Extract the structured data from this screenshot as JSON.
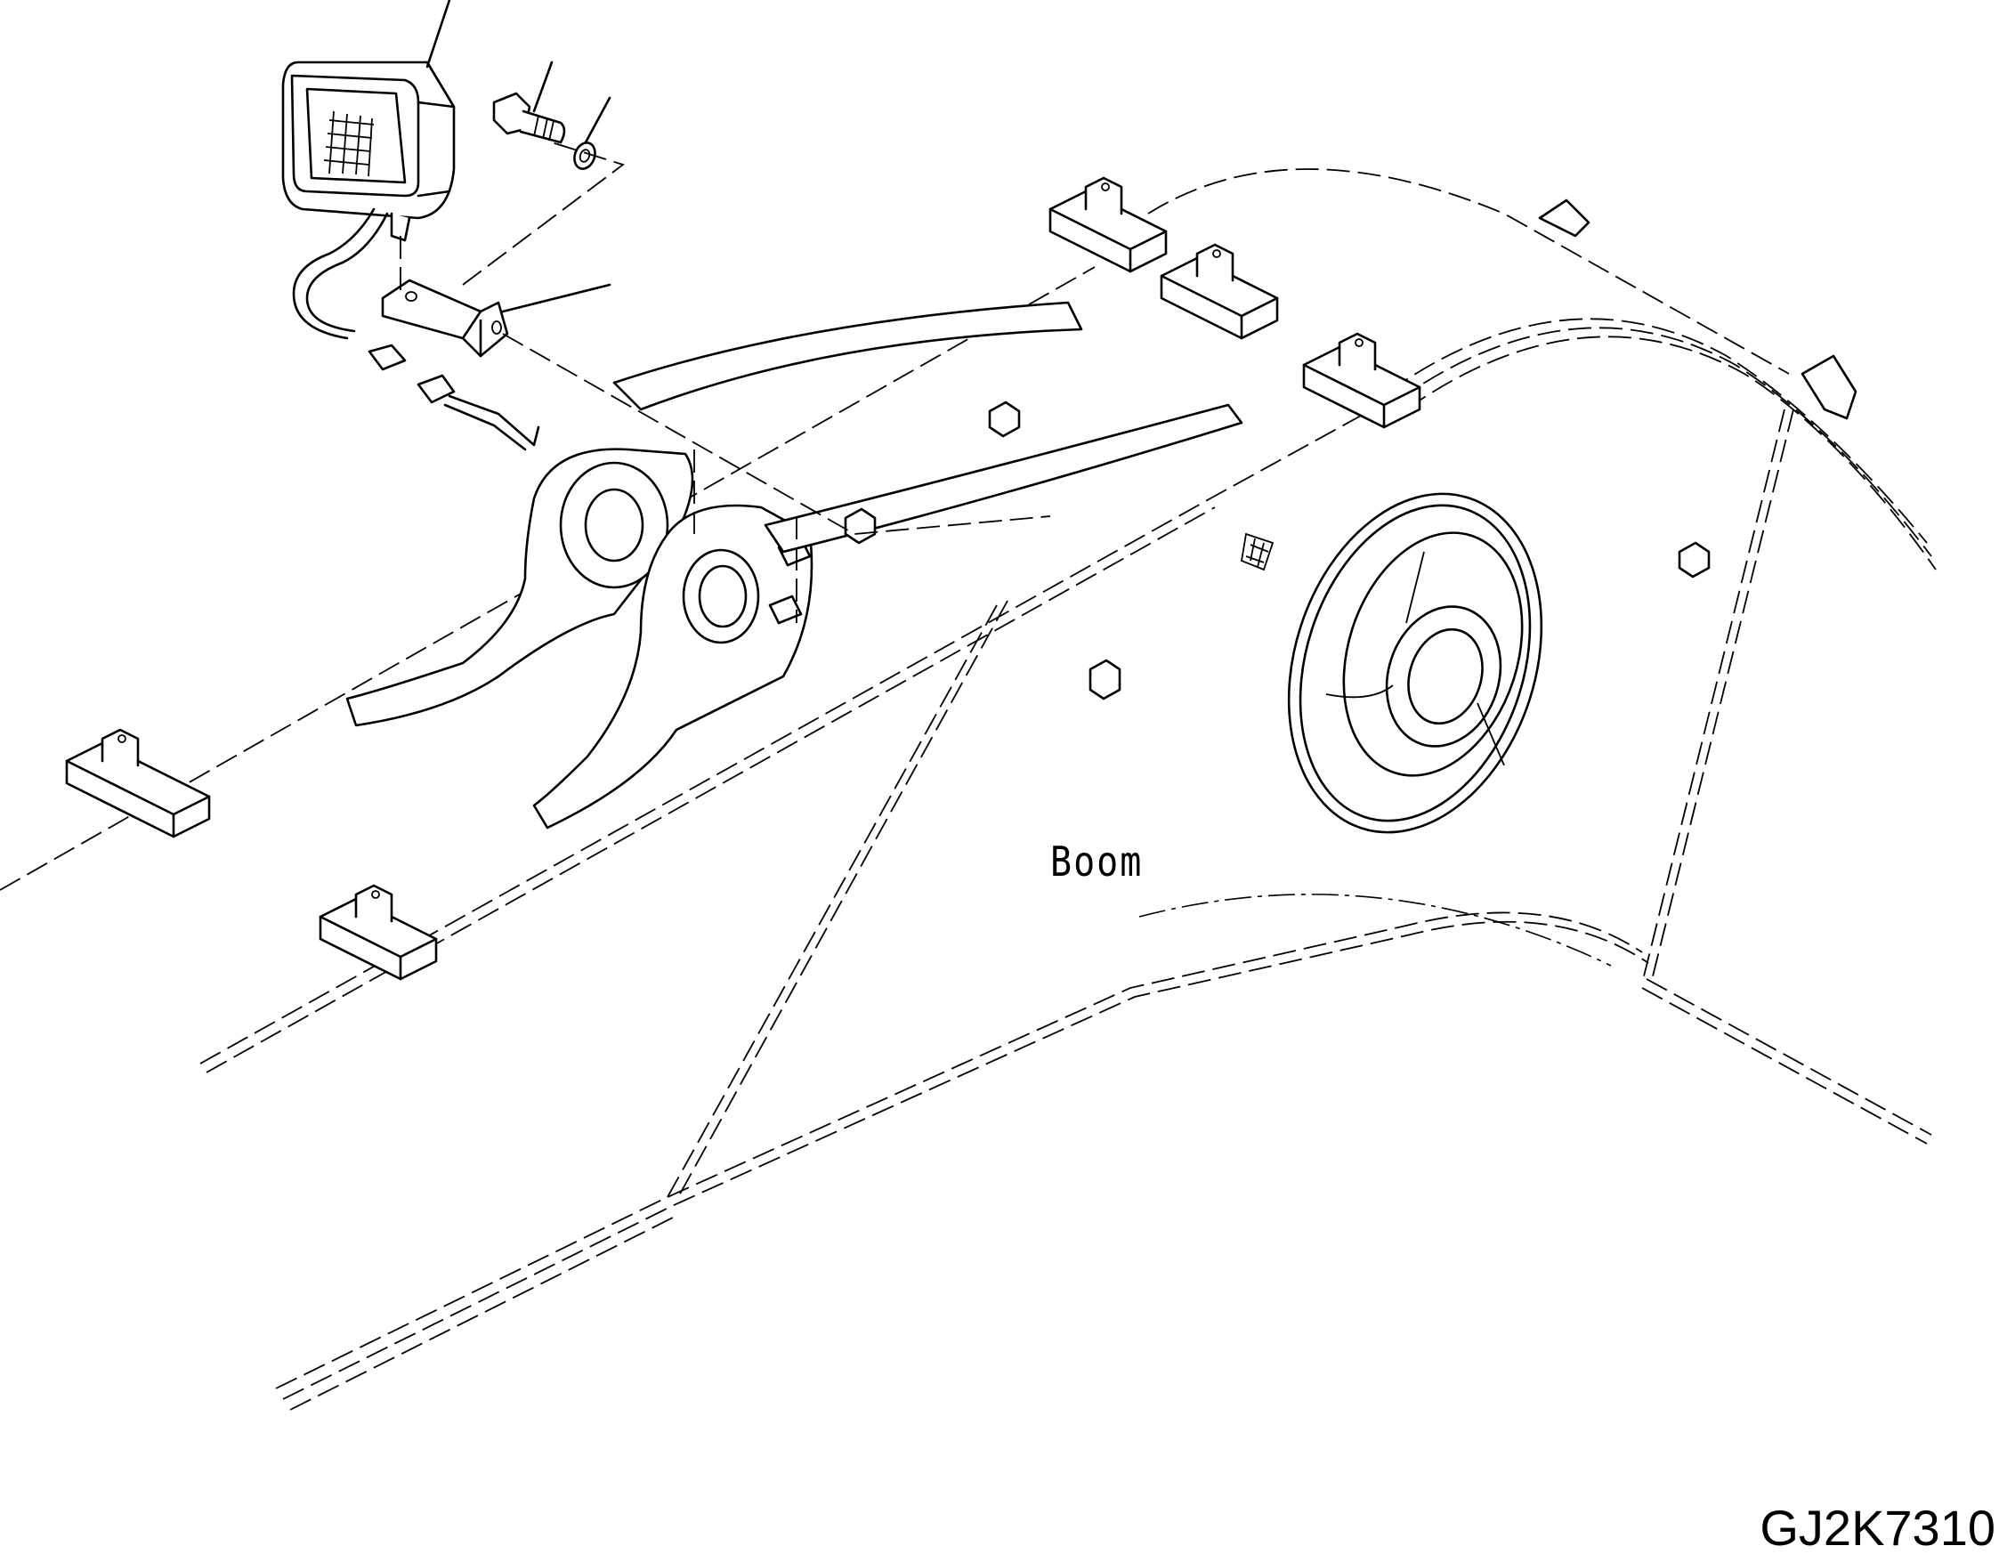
{
  "diagram": {
    "label_boom": "Boom",
    "drawing_id": "GJ2K7310",
    "parts": [
      {
        "name": "work-lamp",
        "icon": "work-lamp-icon"
      },
      {
        "name": "bolt",
        "icon": "bolt-icon"
      },
      {
        "name": "washer",
        "icon": "washer-icon"
      },
      {
        "name": "bracket",
        "icon": "bracket-icon"
      }
    ]
  }
}
